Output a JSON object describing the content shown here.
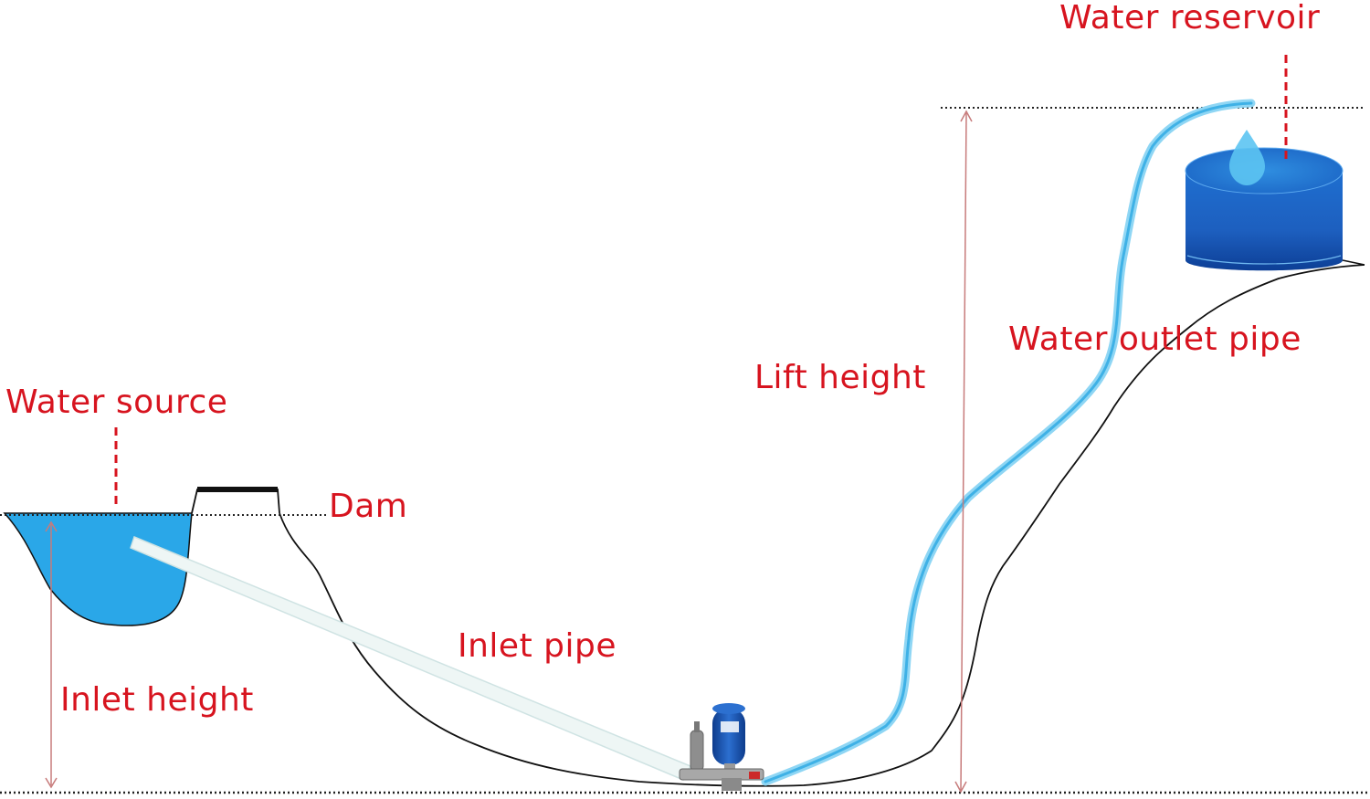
{
  "labels": {
    "water_source": "Water source",
    "dam": "Dam",
    "inlet_pipe": "Inlet pipe",
    "inlet_height": "Inlet height",
    "lift_height": "Lift height",
    "water_outlet_pipe": "Water outlet pipe",
    "water_reservoir": "Water reservoir"
  },
  "colors": {
    "label_red": "#d7141f",
    "water_blue": "#2aa7e8",
    "reservoir_blue": "#1565c0",
    "outlet_pipe": "#5fc3ee",
    "inlet_pipe": "#e8f4f4",
    "terrain": "#111111",
    "dimension_arrow": "#c77b7b"
  }
}
